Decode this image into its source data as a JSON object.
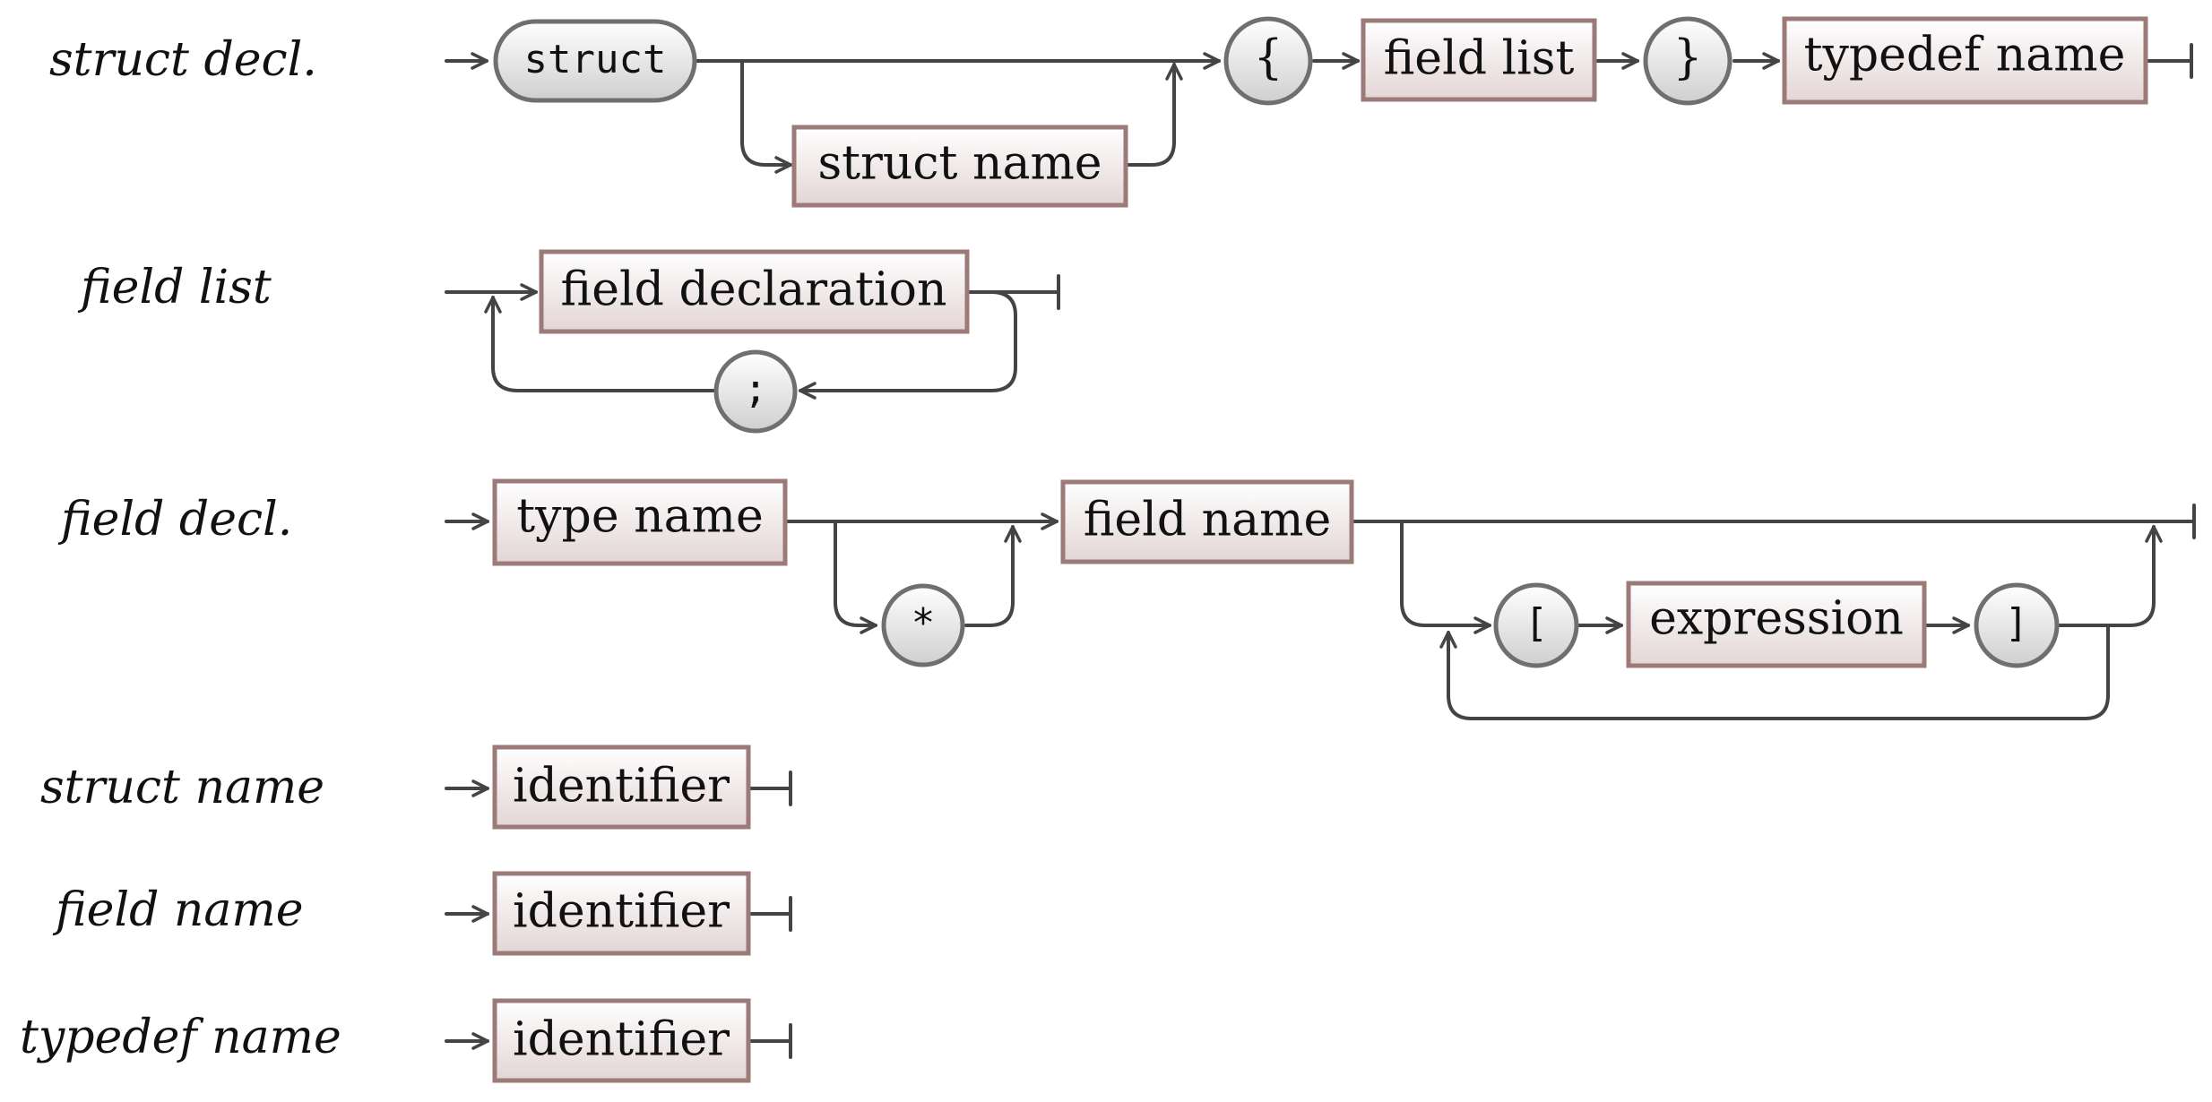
{
  "colors": {
    "line": "#444444",
    "rect_border": "#9c7a78",
    "rect_fill_top": "#ffffff",
    "rect_fill_bottom": "#e3d5d5",
    "pill_border": "#6f6f6f",
    "pill_fill_top": "#ffffff",
    "pill_fill_bottom": "#cfcfcf"
  },
  "rules": {
    "struct_decl": {
      "label": "struct decl.",
      "keyword": "struct",
      "struct_name": "struct name",
      "open_brace": "{",
      "field_list": "field list",
      "close_brace": "}",
      "typedef_name": "typedef name"
    },
    "field_list": {
      "label": "field list",
      "field_declaration": "field declaration",
      "separator": ";"
    },
    "field_decl": {
      "label": "field decl.",
      "type_name": "type name",
      "pointer": "*",
      "field_name": "field name",
      "open_bracket": "[",
      "expression": "expression",
      "close_bracket": "]"
    },
    "struct_name": {
      "label": "struct name",
      "identifier": "identifier"
    },
    "field_name": {
      "label": "field name",
      "identifier": "identifier"
    },
    "typedef_name": {
      "label": "typedef name",
      "identifier": "identifier"
    }
  }
}
